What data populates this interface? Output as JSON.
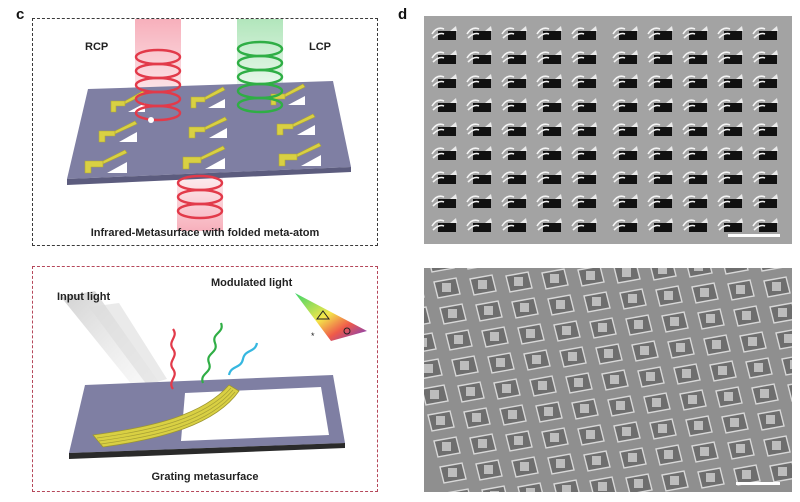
{
  "panels": {
    "c": {
      "letter": "c",
      "top": {
        "label_left": "RCP",
        "label_right": "LCP",
        "caption": "Infrared-Metasurface with folded meta-atom"
      },
      "bottom": {
        "label_input": "Input light",
        "label_modulated": "Modulated light",
        "caption": "Grating metasurface"
      }
    },
    "d": {
      "letter": "d"
    }
  },
  "colors": {
    "substrate": "#7f7fa3",
    "meta_atom": "#d9d043",
    "rcp_helix": "#e23a4a",
    "lcp_helix": "#2fae45",
    "frame_dark": "#3a3a3a",
    "frame_red": "#b5475a"
  }
}
